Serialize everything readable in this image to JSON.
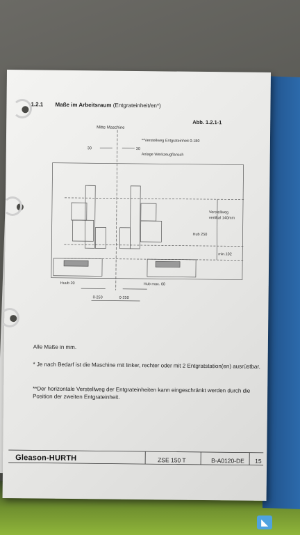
{
  "document": {
    "section_number": "1.2.1",
    "section_title_bold": "Maße im Arbeitsraum",
    "section_title_rest": " (Entgrateinheit/en*)",
    "figure_label": "Abb. 1.2.1-1",
    "diagram_labels": {
      "center": "Mitte Maschine",
      "travel_h": "**Verstellweg Entgrateinheit 0-180",
      "dim_30_left": "30",
      "dim_30_right": "30",
      "contact": "Anlage Werkzeugflansch",
      "verstellweg": "Verstellweg",
      "vertikal": "vertikal 140mm",
      "hub250": "Hub 250",
      "min102": "min.102",
      "huub20": "Huub 20",
      "hubmax60": "Hub max. 60",
      "range_left": "0-250",
      "range_right": "0-250"
    },
    "notes": {
      "units": "Alle Maße in mm.",
      "note1": "* Je nach Bedarf ist die Maschine mit linker, rechter oder mit 2 Entgratstation(en) ausrüstbar.",
      "note2": "**Der horizontale Verstellweg der Entgrateinheiten kann eingeschränkt werden durch die Position der zweiten Entgrateinheit."
    },
    "footer": {
      "brand": "Gleason-HURTH",
      "model": "ZSE 150 T",
      "doc_number": "B-A0120-DE",
      "page": "15"
    }
  }
}
